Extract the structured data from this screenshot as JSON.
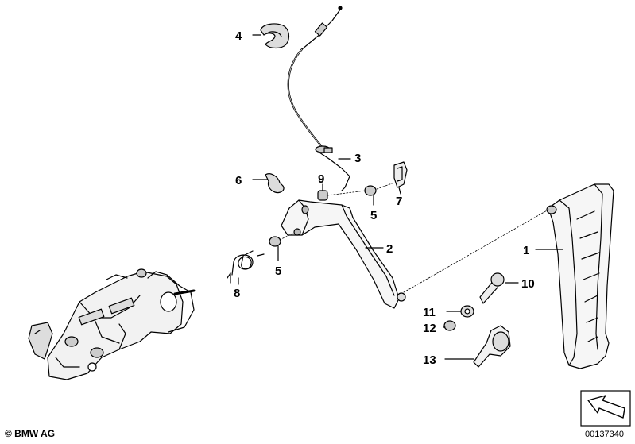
{
  "callouts": {
    "c1": "1",
    "c2": "2",
    "c3": "3",
    "c4": "4",
    "c5a": "5",
    "c5b": "5",
    "c6": "6",
    "c7": "7",
    "c8": "8",
    "c9": "9",
    "c10": "10",
    "c11": "11",
    "c12": "12",
    "c13": "13"
  },
  "footer": {
    "copyright": "© BMW AG",
    "diagram_number": "00137340"
  },
  "icons": [
    "arrow-icon"
  ]
}
